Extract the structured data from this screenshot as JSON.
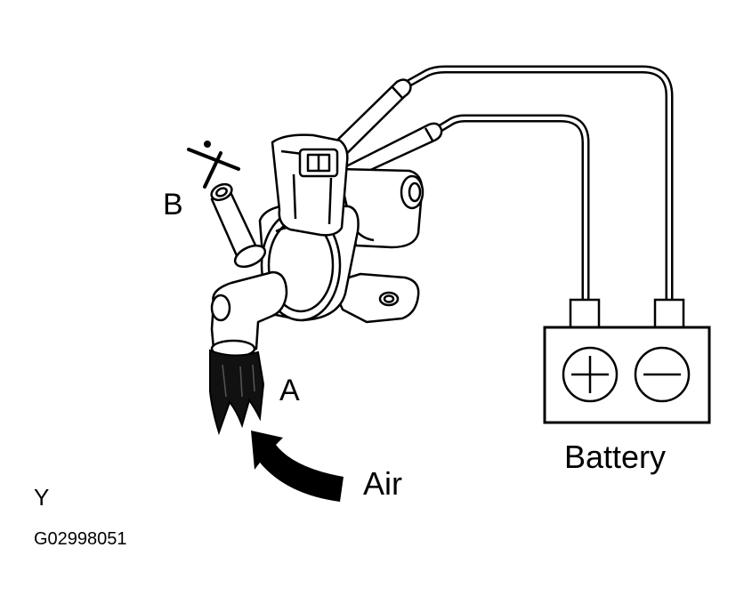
{
  "labels": {
    "port_b": "B",
    "port_a": "A",
    "air": "Air",
    "battery": "Battery",
    "battery_plus": "+",
    "battery_minus": "−",
    "view_mark": "Y",
    "figure_code": "G02998051"
  },
  "colors": {
    "ink": "#000000",
    "paper": "#ffffff",
    "hose": "#111111"
  }
}
